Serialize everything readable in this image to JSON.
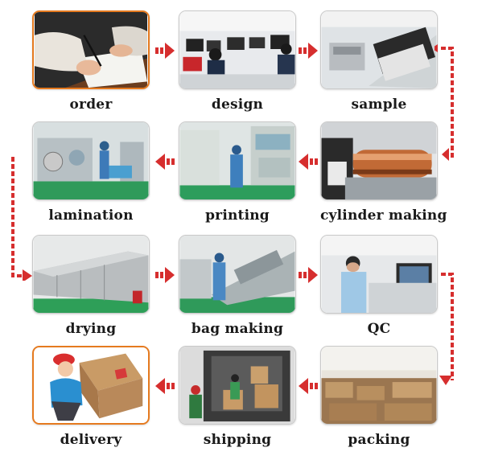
{
  "steps": [
    {
      "id": "order",
      "label": "order"
    },
    {
      "id": "design",
      "label": "design"
    },
    {
      "id": "sample",
      "label": "sample"
    },
    {
      "id": "cylinder",
      "label": "cylinder making"
    },
    {
      "id": "printing",
      "label": "printing"
    },
    {
      "id": "lamination",
      "label": "lamination"
    },
    {
      "id": "drying",
      "label": "drying"
    },
    {
      "id": "bag",
      "label": "bag making"
    },
    {
      "id": "qc",
      "label": "QC"
    },
    {
      "id": "packing",
      "label": "packing"
    },
    {
      "id": "shipping",
      "label": "shipping"
    },
    {
      "id": "delivery",
      "label": "delivery"
    }
  ],
  "colors": {
    "arrow": "#d62e2e",
    "highlight_border": "#e57a1f"
  }
}
